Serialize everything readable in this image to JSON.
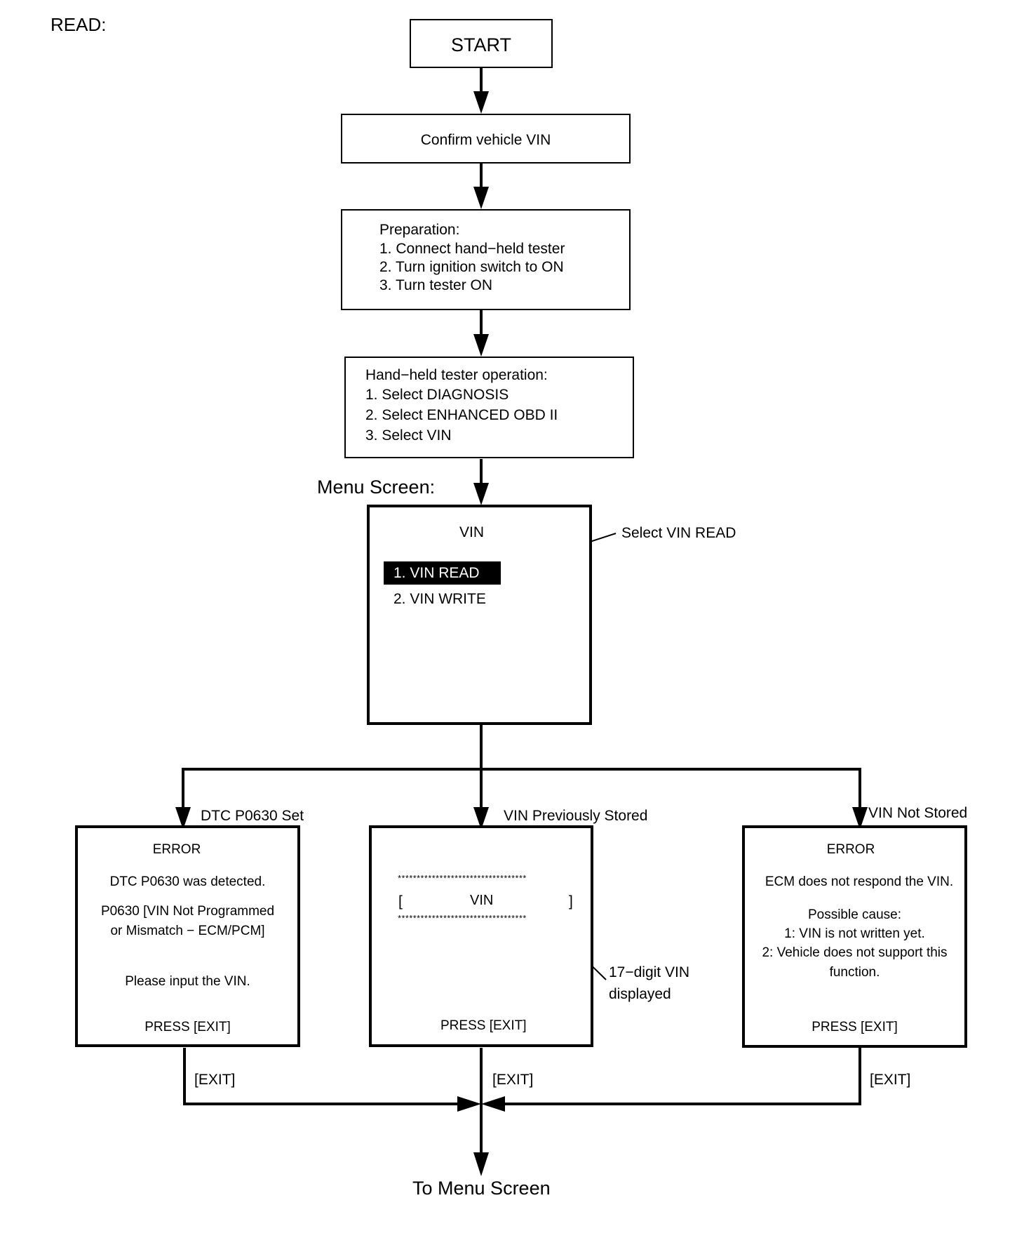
{
  "heading": "READ:",
  "start": "START",
  "confirm": "Confirm vehicle VIN",
  "preparation": {
    "title": "Preparation:",
    "steps": [
      "1. Connect hand−held tester",
      "2. Turn ignition switch to ON",
      "3. Turn tester ON"
    ]
  },
  "operation": {
    "title": "Hand−held tester operation:",
    "steps": [
      "1. Select DIAGNOSIS",
      "2. Select ENHANCED OBD II",
      "3. Select VIN"
    ]
  },
  "menu_screen": {
    "label": "Menu Screen:",
    "title": "VIN",
    "items": [
      "1. VIN READ",
      "2. VIN WRITE"
    ],
    "callout": "Select VIN READ"
  },
  "branches": {
    "left": {
      "label": "DTC P0630 Set",
      "title": "ERROR",
      "line1": "DTC P0630 was detected.",
      "line2": "P0630  [VIN Not Programmed",
      "line3": "or Mismatch − ECM/PCM]",
      "line4": "Please input the VIN.",
      "press": "PRESS [EXIT]",
      "exit": "[EXIT]"
    },
    "middle": {
      "label": "VIN Previously Stored",
      "stars": "**********************************",
      "bracket_open": "[",
      "vin": "VIN",
      "bracket_close": "]",
      "callout1": "17−digit VIN",
      "callout2": "displayed",
      "press": "PRESS [EXIT]",
      "exit": "[EXIT]"
    },
    "right": {
      "label": "VIN Not Stored",
      "title": "ERROR",
      "line1": "ECM does not respond the VIN.",
      "line2": "Possible cause:",
      "line3": "1: VIN is not written yet.",
      "line4": "2: Vehicle does not support this",
      "line5": "function.",
      "press": "PRESS [EXIT]",
      "exit": "[EXIT]"
    }
  },
  "footer": "To Menu Screen"
}
